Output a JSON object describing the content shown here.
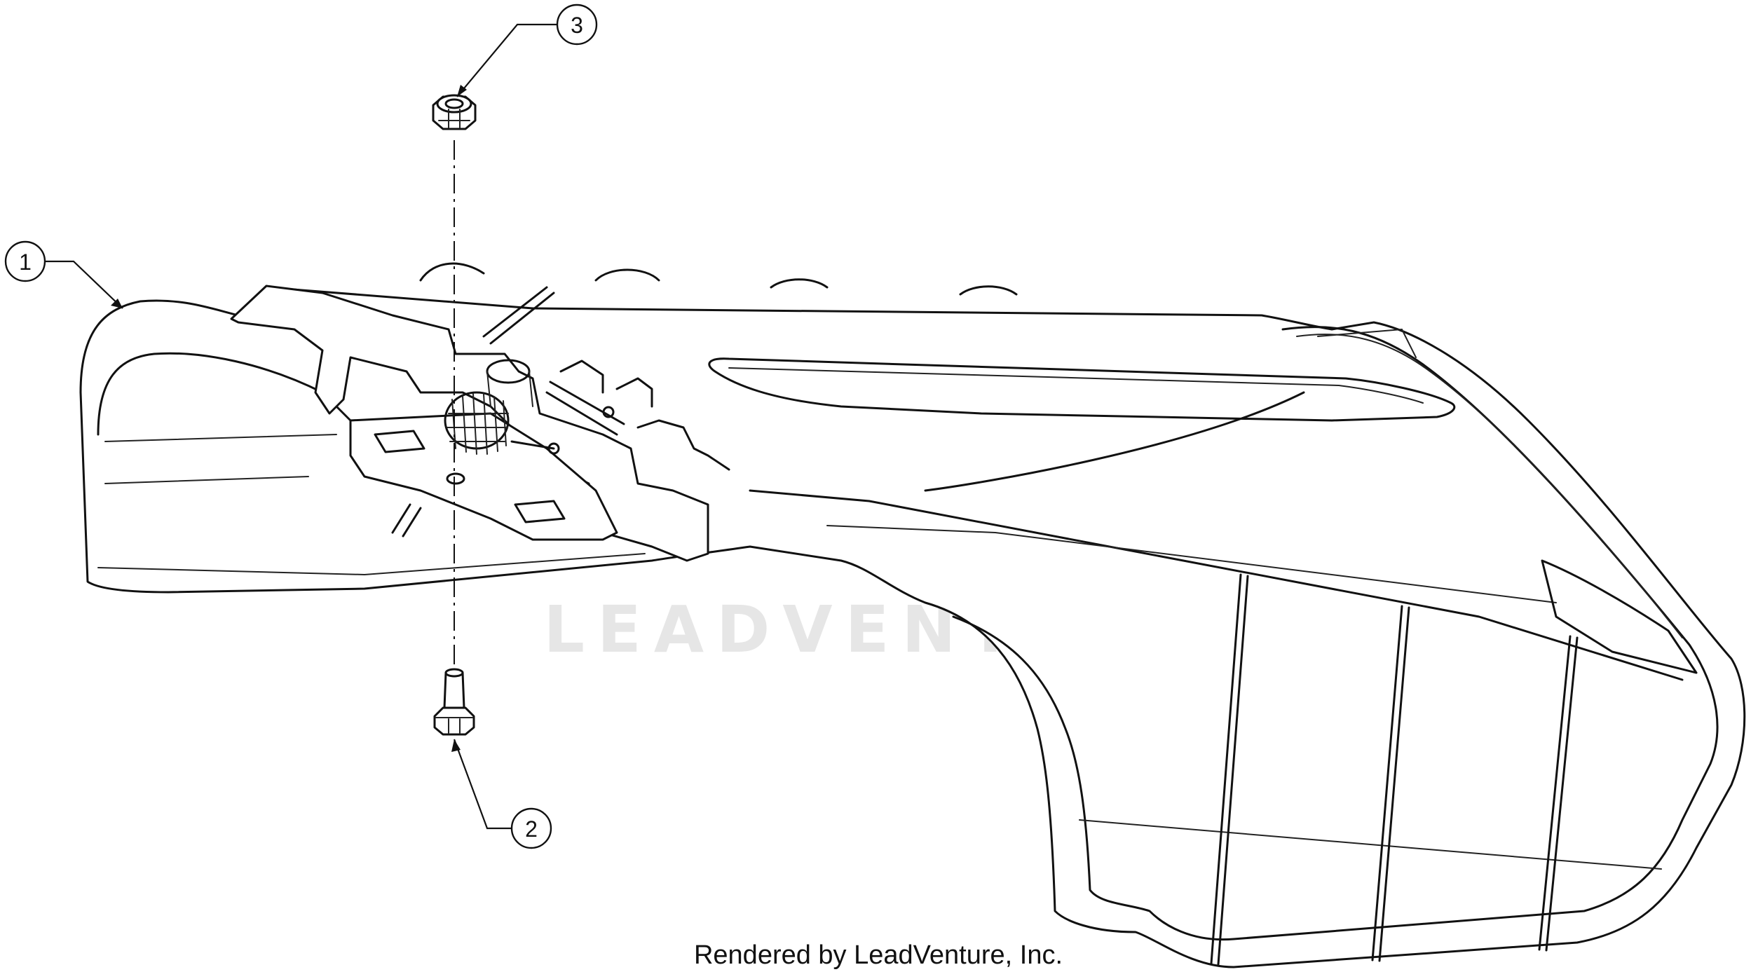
{
  "diagram": {
    "watermark": "LEADVENTURE",
    "footer": "Rendered by LeadVenture, Inc.",
    "callouts": [
      {
        "label": "1",
        "part": "discharge chute"
      },
      {
        "label": "2",
        "part": "bolt"
      },
      {
        "label": "3",
        "part": "lock nut"
      }
    ],
    "colors": {
      "line": "#111111",
      "background": "#ffffff",
      "watermark": "#e6e6e6"
    }
  }
}
